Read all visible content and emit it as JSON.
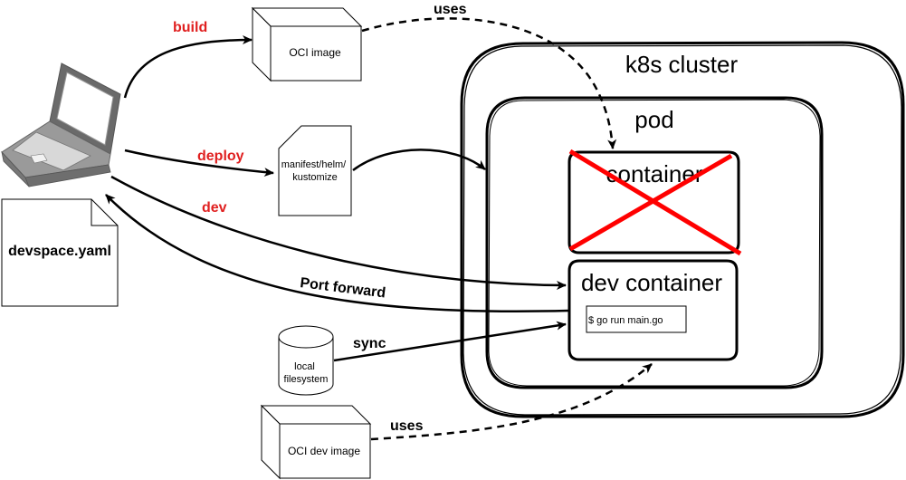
{
  "diagram": {
    "nodes": {
      "devspace_yaml": "devspace.yaml",
      "oci_image": "OCI image",
      "manifest": [
        "manifest/helm/",
        "kustomize"
      ],
      "local_fs": [
        "local",
        "filesystem"
      ],
      "oci_dev_image": "OCI dev image",
      "k8s_cluster": "k8s cluster",
      "pod": "pod",
      "container": "container",
      "dev_container": "dev container",
      "command": "$  go run main.go"
    },
    "edges": {
      "build": "build",
      "deploy": "deploy",
      "dev": "dev",
      "port_forward": "Port forward",
      "sync": "sync",
      "uses_top": "uses",
      "uses_bottom": "uses"
    },
    "colors": {
      "label_red": "#e02020",
      "cross_red": "#ff0000",
      "stroke": "#000000",
      "laptop_gray": "#8a8a8a"
    },
    "icons": [
      "laptop-icon",
      "document-icon",
      "cube-icon",
      "cylinder-icon",
      "cross-icon"
    ]
  }
}
